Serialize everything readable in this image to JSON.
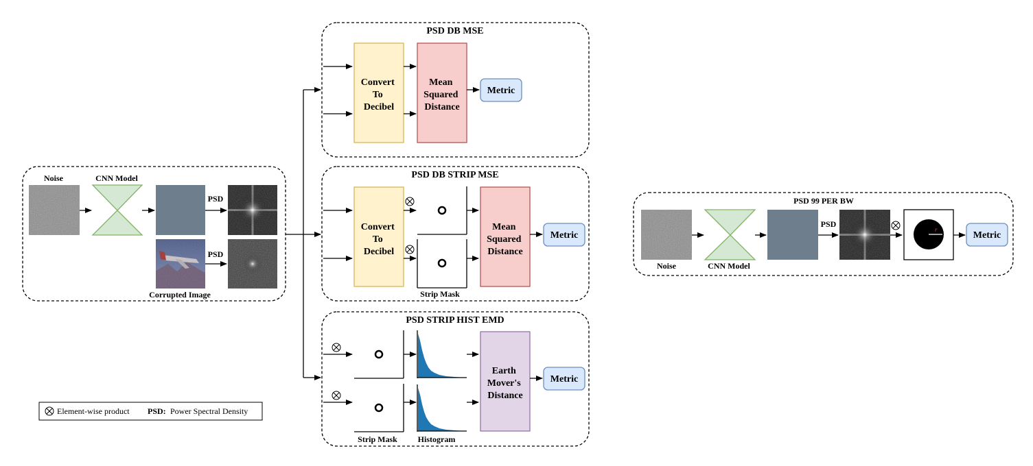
{
  "input_panel": {
    "noise_label": "Noise",
    "cnn_label": "CNN Model",
    "psd_label_top": "PSD",
    "psd_label_bottom": "PSD",
    "corrupted_label": "Corrupted Image"
  },
  "psd_db_mse": {
    "title": "PSD DB MSE",
    "convert_lines": [
      "Convert",
      "To",
      "Decibel"
    ],
    "distance_lines": [
      "Mean",
      "Squared",
      "Distance"
    ],
    "metric_label": "Metric"
  },
  "psd_db_strip_mse": {
    "title": "PSD DB STRIP MSE",
    "convert_lines": [
      "Convert",
      "To",
      "Decibel"
    ],
    "distance_lines": [
      "Mean",
      "Squared",
      "Distance"
    ],
    "metric_label": "Metric",
    "strip_mask_label": "Strip Mask"
  },
  "psd_strip_hist_emd": {
    "title": "PSD STRIP HIST EMD",
    "distance_lines": [
      "Earth",
      "Mover's",
      "Distance"
    ],
    "metric_label": "Metric",
    "strip_mask_label": "Strip Mask",
    "histogram_label": "Histogram"
  },
  "psd_99_per_bw": {
    "title": "PSD 99 PER BW",
    "noise_label": "Noise",
    "cnn_label": "CNN Model",
    "psd_label": "PSD",
    "radius_label": "r",
    "metric_label": "Metric"
  },
  "legend": {
    "product_text": "Element-wise product",
    "psd_abbrev": "PSD:",
    "psd_text": "Power Spectral Density"
  },
  "colors": {
    "yellow_fill": "#fff2cc",
    "yellow_stroke": "#d6b656",
    "red_fill": "#f8cecc",
    "red_stroke": "#b85450",
    "purple_fill": "#e1d5e7",
    "purple_stroke": "#9673a6",
    "blue_fill": "#dae8fc",
    "blue_stroke": "#6c8ebf",
    "green_fill": "#d5e8d4",
    "green_stroke": "#82b366",
    "histogram": "#1f77b4"
  }
}
